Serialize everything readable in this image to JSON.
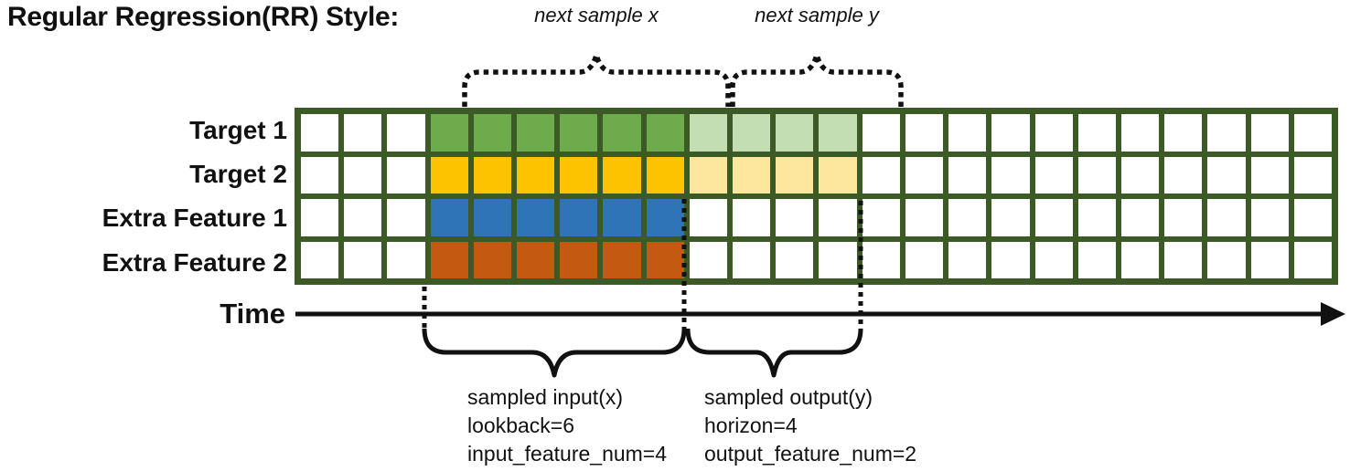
{
  "title": "Regular Regression(RR) Style:",
  "annotations": {
    "next_sample_x": "next sample x",
    "next_sample_y": "next sample y"
  },
  "time_axis": {
    "label": "Time"
  },
  "grid": {
    "columns": 24,
    "input_start_col": 3,
    "lookback": 6,
    "horizon": 4,
    "border_color": "#3b5a25",
    "empty_cell_color": "#ffffff",
    "rows": [
      {
        "label": "Target 1",
        "input_color": "#6dab4c",
        "output_color": "#c4deb4"
      },
      {
        "label": "Target 2",
        "input_color": "#fdc200",
        "output_color": "#fde79c"
      },
      {
        "label": "Extra Feature 1",
        "input_color": "#2e74b6",
        "output_color": null
      },
      {
        "label": "Extra Feature 2",
        "input_color": "#c45912",
        "output_color": null
      }
    ]
  },
  "callouts": {
    "input": {
      "lines": [
        "sampled input(x)",
        "lookback=6",
        "input_feature_num=4"
      ]
    },
    "output": {
      "lines": [
        "sampled output(y)",
        "horizon=4",
        "output_feature_num=2"
      ]
    }
  },
  "line_color": "#111111"
}
